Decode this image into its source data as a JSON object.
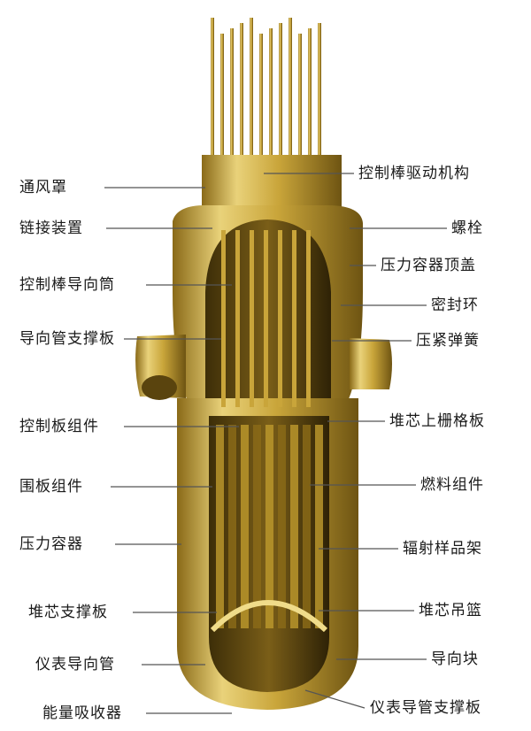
{
  "colors": {
    "gold": "#c9a53a",
    "gold_light": "#f0dc8a",
    "gold_dark": "#6e5412",
    "leader_line": "#555555"
  },
  "labels_left": [
    {
      "text": "通风罩"
    },
    {
      "text": "链接装置"
    },
    {
      "text": "控制棒导向筒"
    },
    {
      "text": "导向管支撑板"
    },
    {
      "text": "控制板组件"
    },
    {
      "text": "围板组件"
    },
    {
      "text": "压力容器"
    },
    {
      "text": "堆芯支撑板"
    },
    {
      "text": "仪表导向管"
    },
    {
      "text": "能量吸收器"
    }
  ],
  "labels_right": [
    {
      "text": "控制棒驱动机构"
    },
    {
      "text": "螺栓"
    },
    {
      "text": "压力容器顶盖"
    },
    {
      "text": "密封环"
    },
    {
      "text": "压紧弹簧"
    },
    {
      "text": "堆芯上栅格板"
    },
    {
      "text": "燃料组件"
    },
    {
      "text": "辐射样品架"
    },
    {
      "text": "堆芯吊篮"
    },
    {
      "text": "导向块"
    },
    {
      "text": "仪表导管支撑板"
    }
  ]
}
